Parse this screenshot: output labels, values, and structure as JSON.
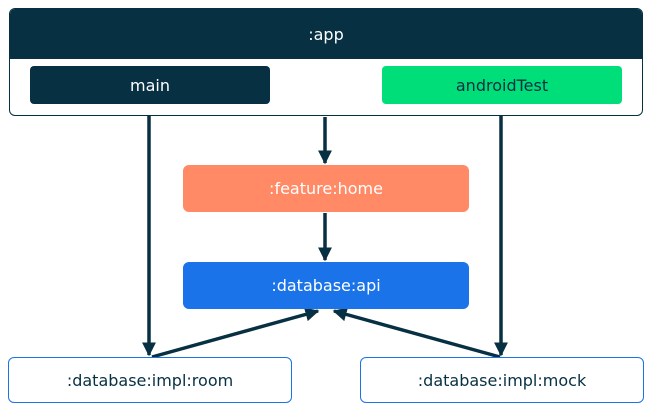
{
  "nodes": {
    "app": ":app",
    "main": "main",
    "android_test": "androidTest",
    "feature_home": ":feature:home",
    "database_api": ":database:api",
    "impl_room": ":database:impl:room",
    "impl_mock": ":database:impl:mock"
  },
  "colors": {
    "dark": "#073042",
    "green": "#00de7a",
    "orange": "#ff8a65",
    "blue": "#1a73e8"
  }
}
